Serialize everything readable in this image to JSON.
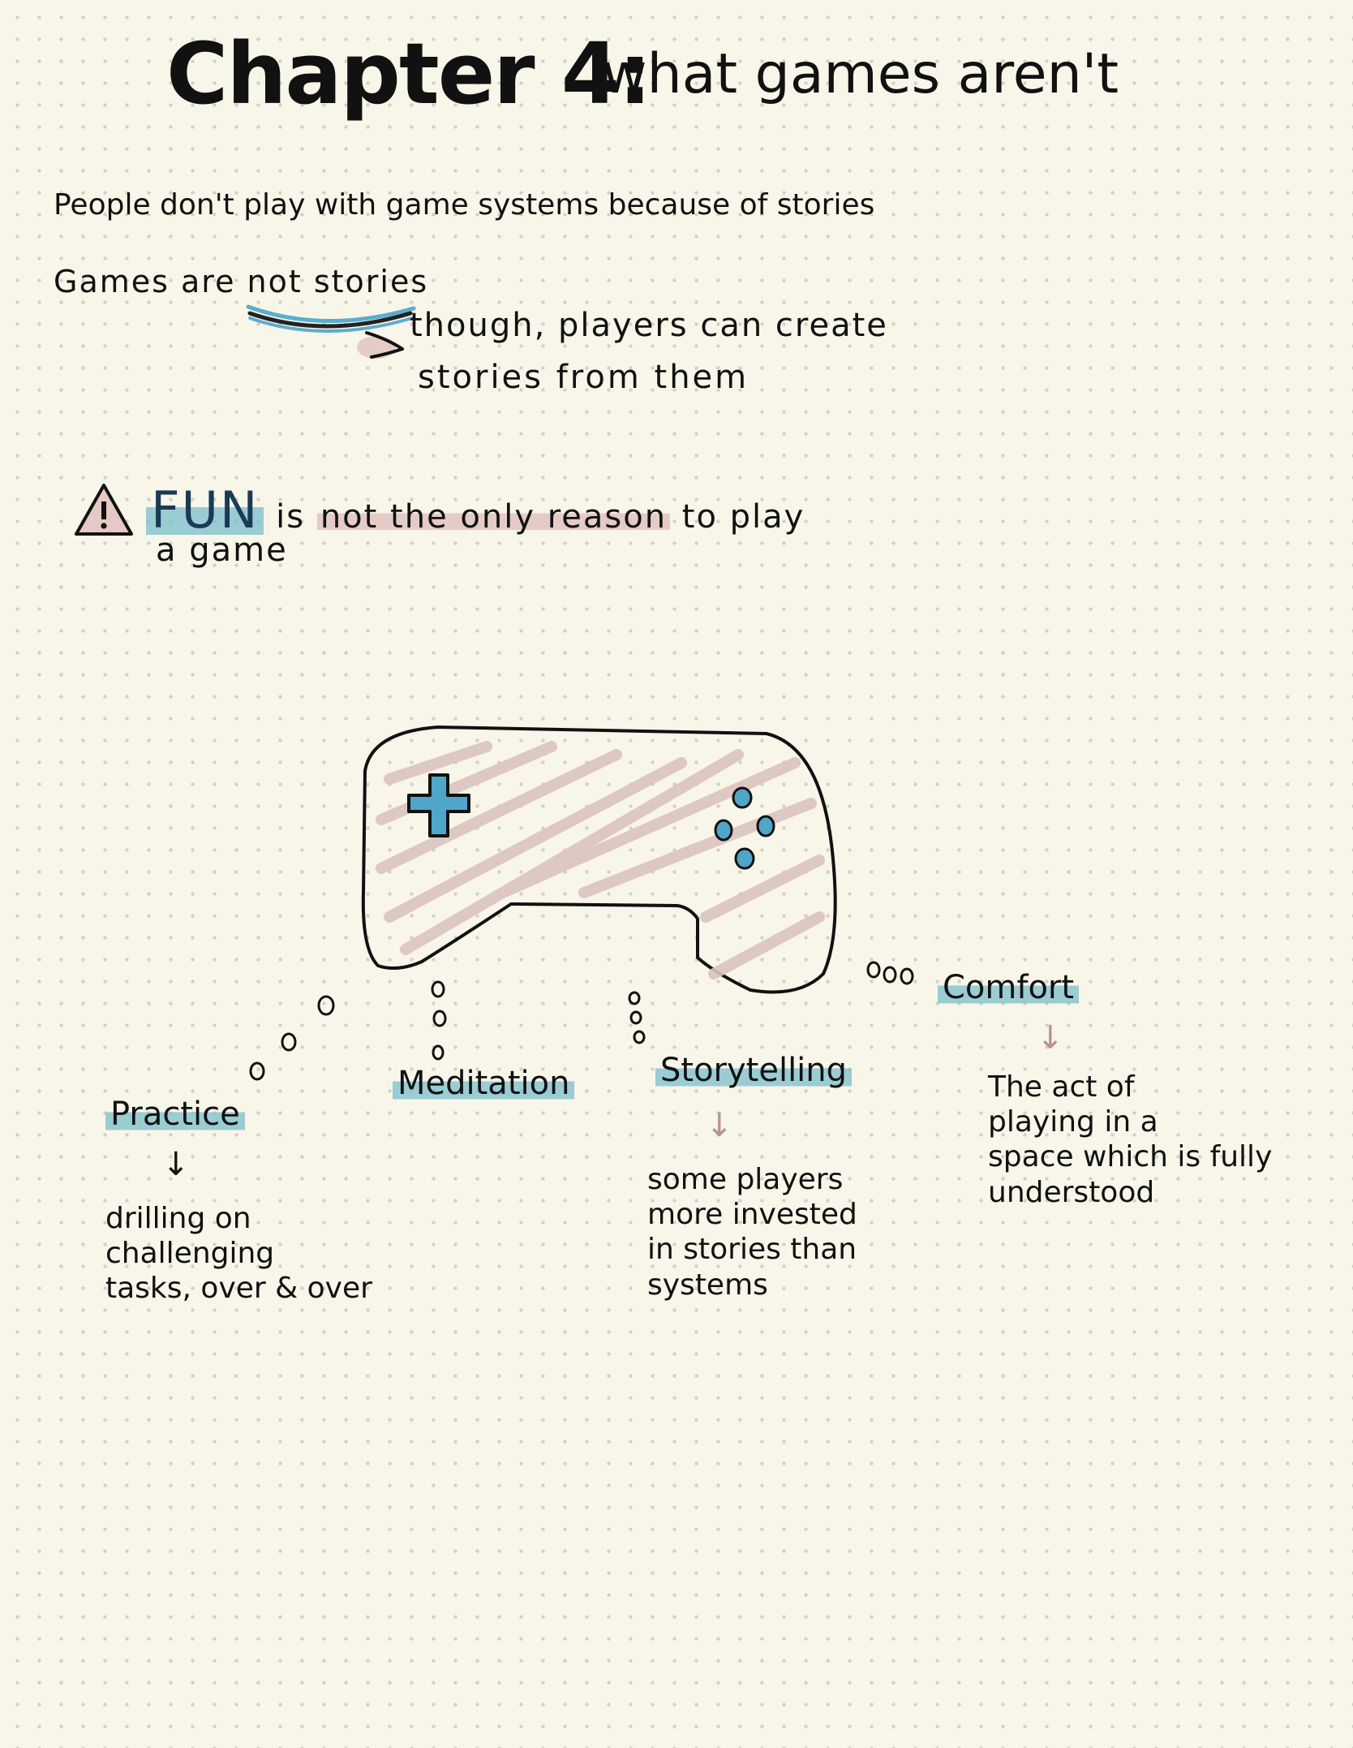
{
  "title": {
    "main": "Chapter 4:",
    "sub": "what games aren't"
  },
  "notes": {
    "line1": "People don't play with game systems because of stories",
    "line2_prefix": "Games are ",
    "line2_underlined": "not stories",
    "sub_note_line1": "though, players can create",
    "sub_note_line2": "stories from them"
  },
  "warning": {
    "icon": "warning-triangle-icon",
    "fun": "FUN",
    "is": " is ",
    "highlighted": "not the only reason",
    "rest": " to play",
    "line2": "a game"
  },
  "diagram": {
    "center_icon": "game-controller-icon",
    "branches": [
      {
        "label": "Practice",
        "description": "drilling on\nchallenging\ntasks, over & over"
      },
      {
        "label": "Meditation",
        "description": ""
      },
      {
        "label": "Storytelling",
        "description": "some players\nmore invested\nin stories than\nsystems"
      },
      {
        "label": "Comfort",
        "description": "The act of\nplaying in a\nspace which is fully\nunderstood"
      }
    ]
  },
  "colors": {
    "paper": "#f8f5e9",
    "ink": "#111111",
    "accent_blue": "#4ea6c9",
    "highlight_blue": "#7abecc",
    "highlight_pink": "#e2c4c0"
  }
}
